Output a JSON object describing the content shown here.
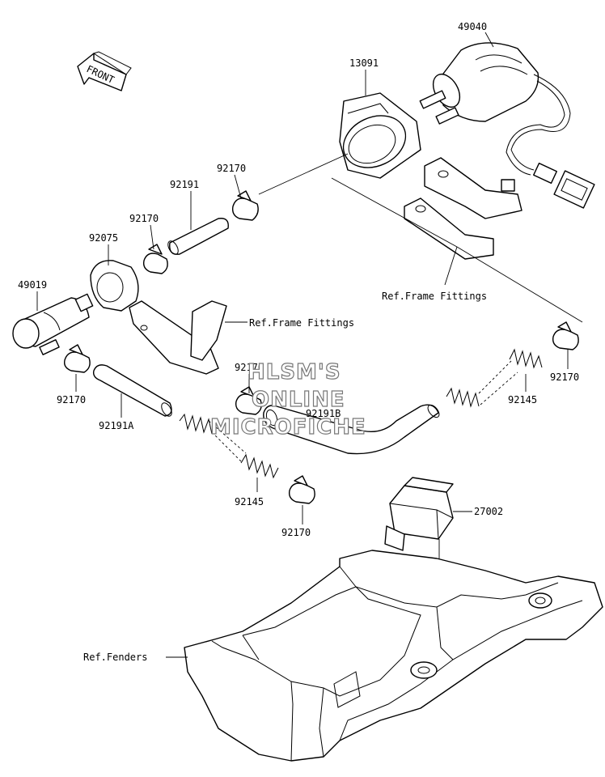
{
  "orientation": {
    "arrow_label": "FRONT"
  },
  "parts": {
    "fuel_pump": "49040",
    "pump_holder": "13091",
    "clamp_upper": "92170",
    "hose_upper": "92191",
    "clamp_mid": "92170",
    "filter_holder": "92075",
    "fuel_filter": "49019",
    "clamp_filter": "92170",
    "hose_lower": "92191A",
    "clamp_center": "92170",
    "hose_center": "92191B",
    "spring_right": "92145",
    "clamp_right": "92170",
    "spring_left": "92145",
    "clamp_bottom": "92170",
    "relay": "27002"
  },
  "references": {
    "frame_fittings_upper": "Ref.Frame Fittings",
    "frame_fittings_lower": "Ref.Frame Fittings",
    "fenders": "Ref.Fenders"
  },
  "watermark": {
    "line1": "HLSM'S",
    "line2": "ONLINE",
    "line3": "MICROFICHE"
  }
}
